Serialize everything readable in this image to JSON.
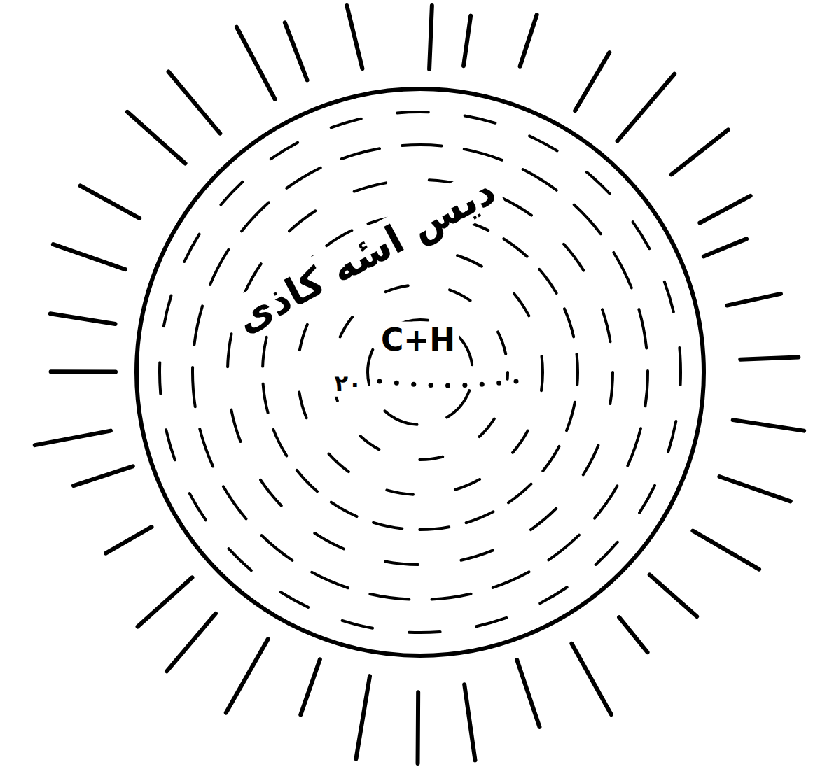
{
  "diagram": {
    "nodes": [
      {
        "text": [
          "دیس اسٔه کاذی",
          "C+H",
          "۲۰"
        ]
      }
    ]
  }
}
